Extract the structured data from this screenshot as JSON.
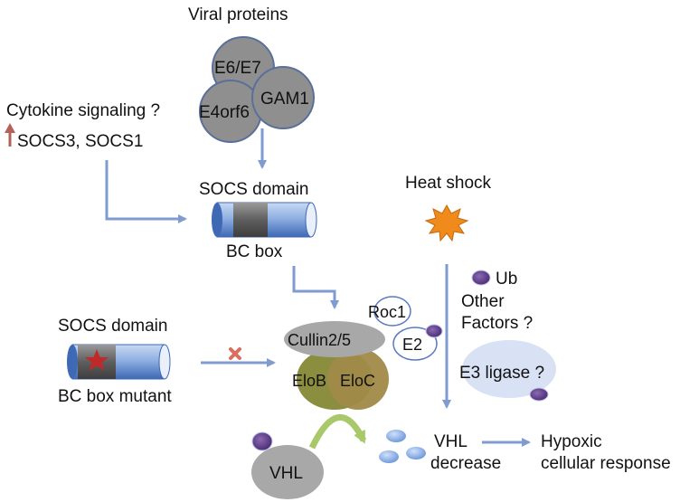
{
  "labels": {
    "viral_proteins": "Viral proteins",
    "e6e7": "E6/E7",
    "gam1": "GAM1",
    "e4orf6": "E4orf6",
    "cytokine_signaling": "Cytokine signaling ?",
    "socs3_socs1": "SOCS3,   SOCS1",
    "socs_domain_top": "SOCS domain",
    "bc_box": "BC box",
    "heat_shock": "Heat shock",
    "ub": "Ub",
    "other_factors_1": "Other",
    "other_factors_2": "Factors ?",
    "roc1": "Roc1",
    "e2": "E2",
    "cullin": "Cullin2/5",
    "elob": "EloB",
    "eloc": "EloC",
    "socs_domain_left": "SOCS domain",
    "bc_box_mutant": "BC box mutant",
    "e3_ligase": "E3 ligase ?",
    "vhl": "VHL",
    "vhl_decrease_1": "VHL",
    "vhl_decrease_2": "decrease",
    "hypoxic_1": "Hypoxic",
    "hypoxic_2": "cellular response"
  },
  "colors": {
    "arrow": "#7f9bd0",
    "gray_protein": "#8f8f8f",
    "protein_outline": "#5a6f9a",
    "ub_purple": "#6a4a8e",
    "up_arrow": "#b5615a",
    "x_mark": "#d9705f",
    "star": "#c0282a",
    "explosion": "#f08a1a",
    "curved_arrow": "#a8c86a"
  }
}
